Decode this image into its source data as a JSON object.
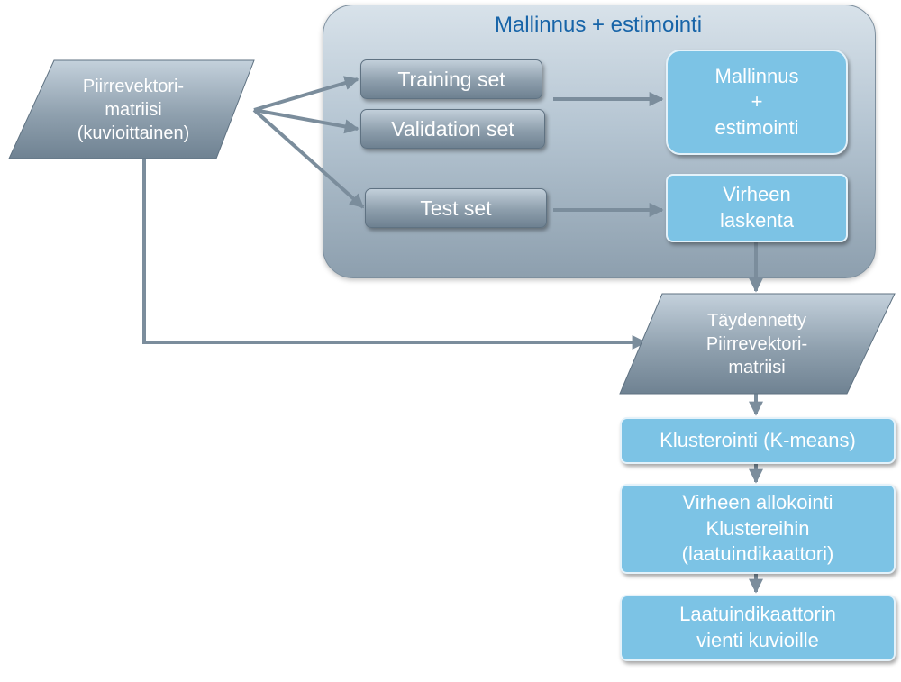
{
  "group": {
    "title": "Mallinnus + estimointi"
  },
  "input": {
    "lines": [
      "Piirrevektori-",
      "matriisi",
      "(kuvioittainen)"
    ]
  },
  "training_set": "Training set",
  "validation_set": "Validation set",
  "test_set": "Test set",
  "modeling": {
    "lines": [
      "Mallinnus",
      "+",
      "estimointi"
    ]
  },
  "error_calc": {
    "lines": [
      "Virheen",
      "laskenta"
    ]
  },
  "augmented_matrix": {
    "lines": [
      "Täydennetty",
      "Piirrevektori-",
      "matriisi"
    ]
  },
  "clustering": "Klusterointi (K-means)",
  "error_allocation": {
    "lines": [
      "Virheen allokointi",
      "Klustereihin",
      "(laatuindikaattori)"
    ]
  },
  "export": {
    "lines": [
      "Laatuindikaattorin",
      "vienti kuvioille"
    ]
  },
  "colors": {
    "accent_blue": "#7cc3e5",
    "title_blue": "#1764a8",
    "arrow_gray": "#7b8d9c"
  }
}
